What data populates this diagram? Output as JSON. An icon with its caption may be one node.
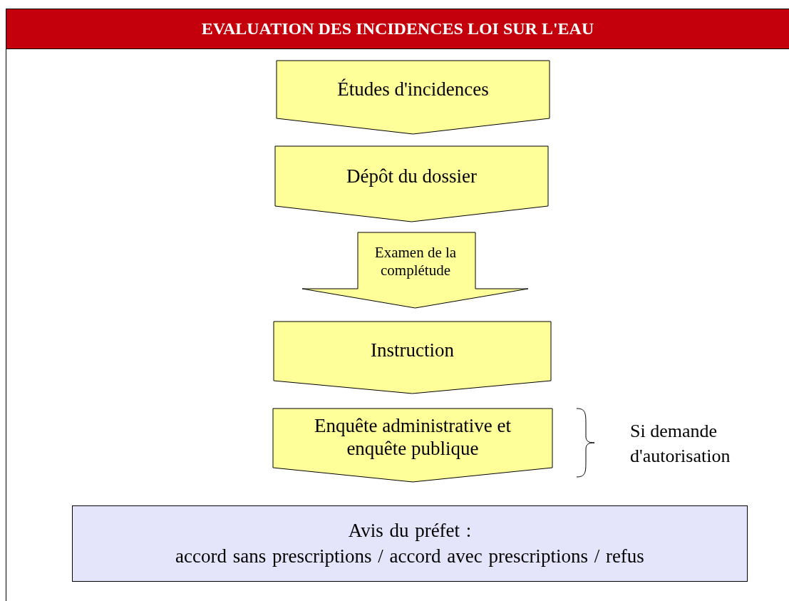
{
  "diagram": {
    "title": "EVALUATION DES INCIDENCES LOI SUR L'EAU",
    "nodes": [
      {
        "text": [
          "Études d'incidences"
        ]
      },
      {
        "text": [
          "Dépôt du dossier"
        ]
      },
      {
        "text": [
          "Examen de la complétude"
        ]
      },
      {
        "text": [
          "Instruction"
        ]
      },
      {
        "text": [
          "Enquête administrative et enquête publique"
        ]
      },
      {
        "text": [
          "Avis du préfet :",
          "accord sans prescriptions / accord avec prescriptions / refus"
        ]
      }
    ],
    "labels": [
      "Si demande d'autorisation"
    ]
  }
}
